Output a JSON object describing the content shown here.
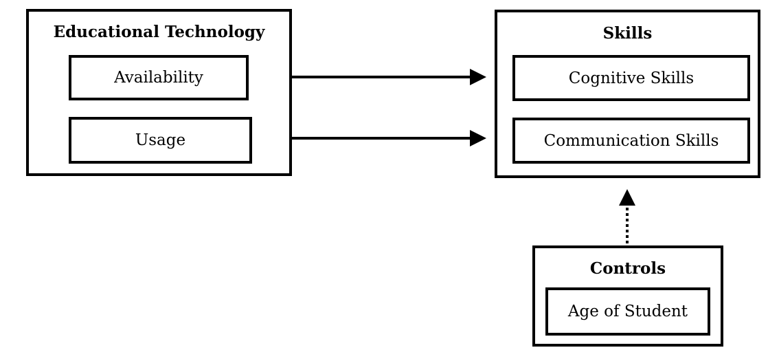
{
  "edu_tech": {
    "title": "Educational Technology",
    "items": [
      "Availability",
      "Usage"
    ]
  },
  "skills": {
    "title": "Skills",
    "items": [
      "Cognitive Skills",
      "Communication Skills"
    ]
  },
  "controls": {
    "title": "Controls",
    "items": [
      "Age of Student"
    ]
  }
}
